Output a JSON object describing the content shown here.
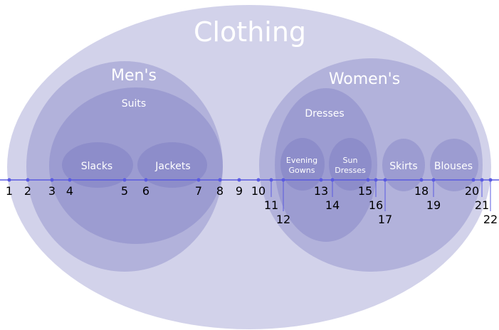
{
  "colors": {
    "set_fill": "#6b6bb8",
    "axis_line": "#5a5ae0",
    "label": "#ffffff",
    "number": "#000000"
  },
  "sets": {
    "clothing": "Clothing",
    "mens": "Men's",
    "suits": "Suits",
    "slacks": "Slacks",
    "jackets": "Jackets",
    "womens": "Women's",
    "dresses": "Dresses",
    "evening_gowns_line1": "Evening",
    "evening_gowns_line2": "Gowns",
    "sun_dresses_line1": "Sun",
    "sun_dresses_line2": "Dresses",
    "skirts": "Skirts",
    "blouses": "Blouses"
  },
  "numbers": [
    "1",
    "2",
    "3",
    "4",
    "5",
    "6",
    "7",
    "8",
    "9",
    "10",
    "11",
    "12",
    "13",
    "14",
    "15",
    "16",
    "17",
    "18",
    "19",
    "20",
    "21",
    "22"
  ]
}
